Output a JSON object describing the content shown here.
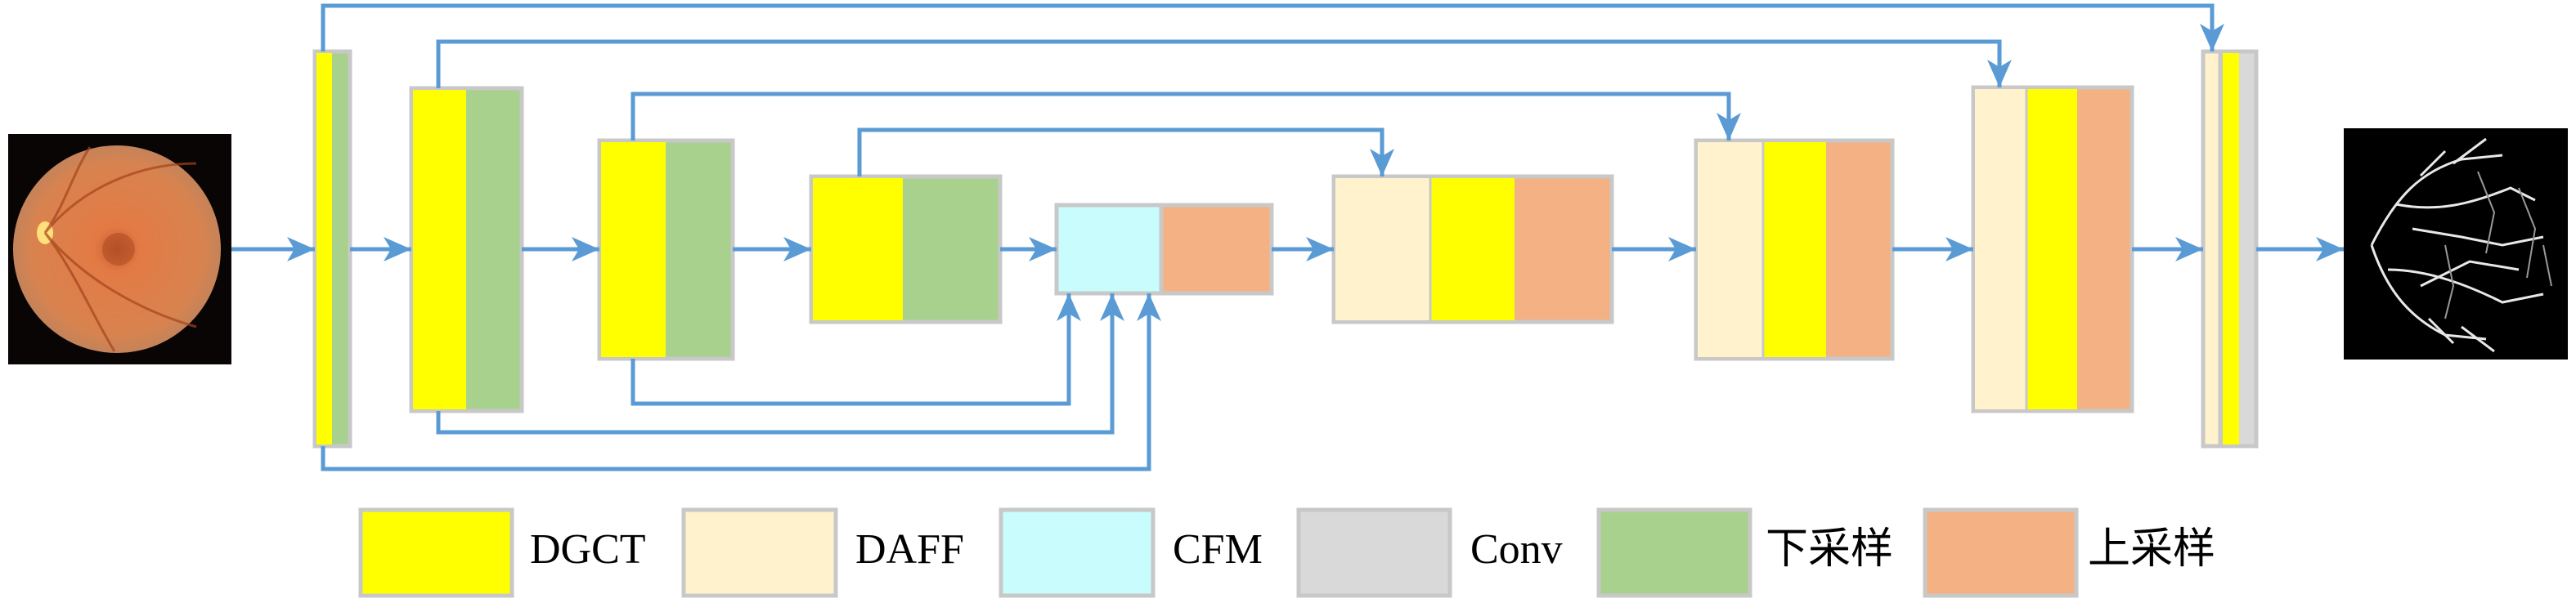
{
  "colors": {
    "DGCT": "#ffff00",
    "DAFF": "#fff2cc",
    "CFM": "#c9fcfc",
    "Conv": "#d9d9d9",
    "downsample": "#a9d18e",
    "upsample": "#f4b183",
    "arrow": "#5b9bd5",
    "border": "#c8c8c8"
  },
  "input_image": {
    "icon": "retinal-fundus-image"
  },
  "output_image": {
    "icon": "vessel-segmentation-map"
  },
  "legend": [
    {
      "label": "DGCT",
      "color": "#ffff00"
    },
    {
      "label": "DAFF",
      "color": "#fff2cc"
    },
    {
      "label": "CFM",
      "color": "#c9fcfc"
    },
    {
      "label": "Conv",
      "color": "#d9d9d9"
    },
    {
      "label": "下采样",
      "color": "#a9d18e"
    },
    {
      "label": "上采样",
      "color": "#f4b183"
    }
  ]
}
